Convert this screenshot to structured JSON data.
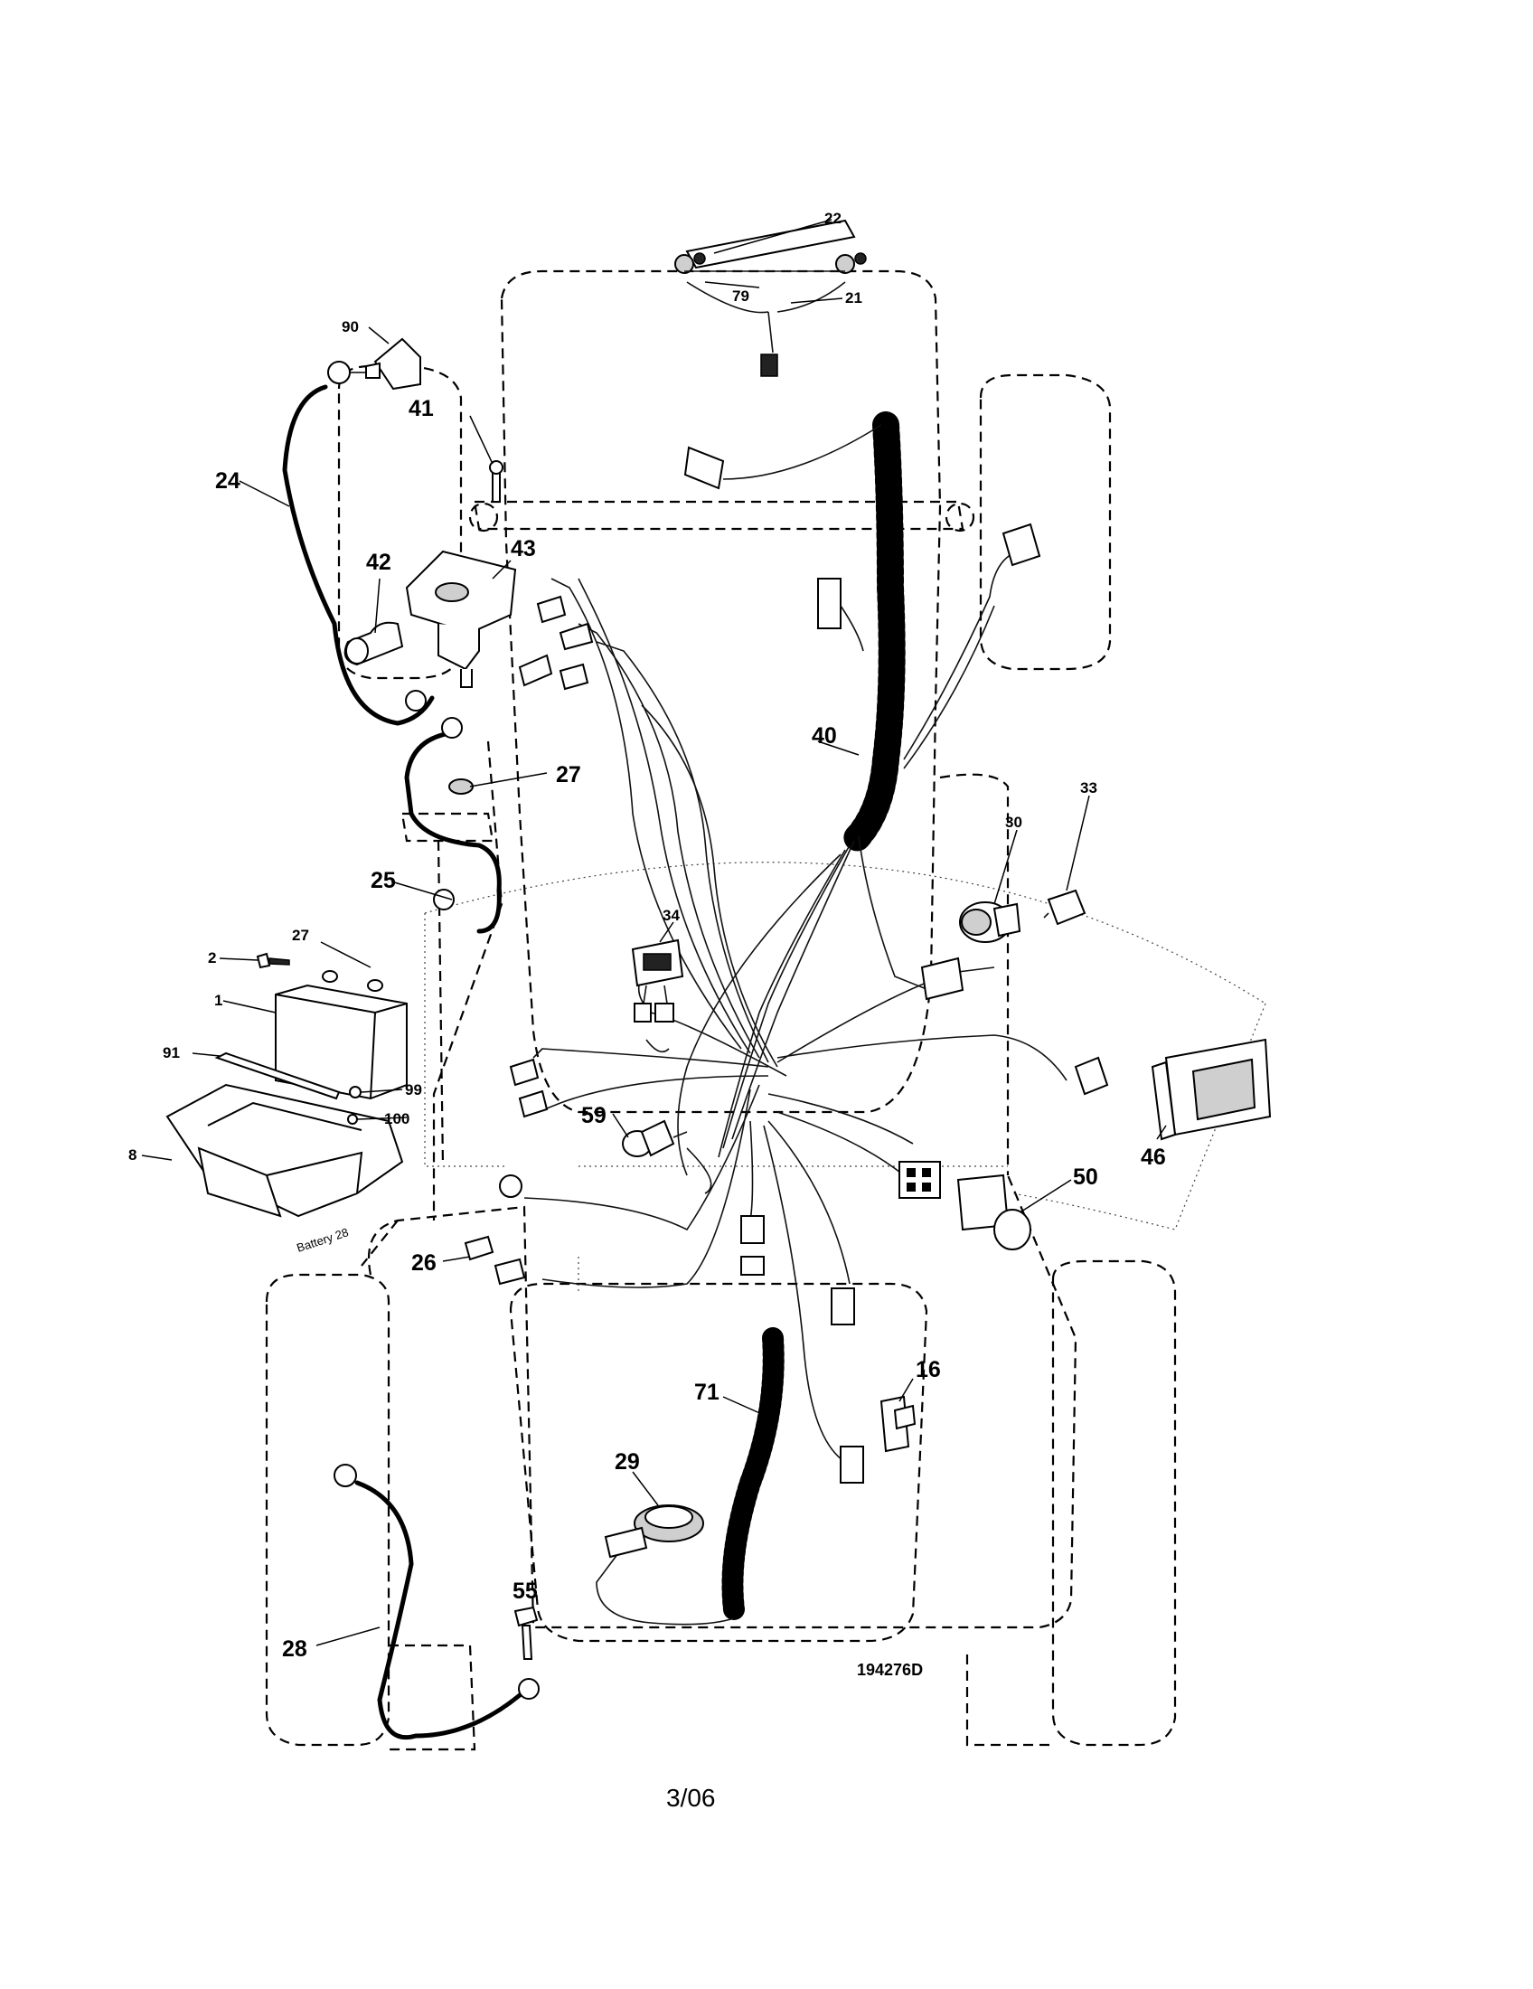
{
  "diagram": {
    "drawing_number": "194276D",
    "date_code": "3/06",
    "battery_text": "Battery 28",
    "callouts": [
      {
        "id": "c22",
        "label": "22"
      },
      {
        "id": "c79",
        "label": "79"
      },
      {
        "id": "c21",
        "label": "21"
      },
      {
        "id": "c90",
        "label": "90"
      },
      {
        "id": "c41",
        "label": "41"
      },
      {
        "id": "c24",
        "label": "24"
      },
      {
        "id": "c42",
        "label": "42"
      },
      {
        "id": "c43",
        "label": "43"
      },
      {
        "id": "c27a",
        "label": "27"
      },
      {
        "id": "c40",
        "label": "40"
      },
      {
        "id": "c25",
        "label": "25"
      },
      {
        "id": "c33",
        "label": "33"
      },
      {
        "id": "c30",
        "label": "30"
      },
      {
        "id": "c34",
        "label": "34"
      },
      {
        "id": "c2",
        "label": "2"
      },
      {
        "id": "c27b",
        "label": "27"
      },
      {
        "id": "c1",
        "label": "1"
      },
      {
        "id": "c91",
        "label": "91"
      },
      {
        "id": "c99",
        "label": "99"
      },
      {
        "id": "c100",
        "label": "100"
      },
      {
        "id": "c8",
        "label": "8"
      },
      {
        "id": "c59",
        "label": "59"
      },
      {
        "id": "c46",
        "label": "46"
      },
      {
        "id": "c50",
        "label": "50"
      },
      {
        "id": "c26",
        "label": "26"
      },
      {
        "id": "c16",
        "label": "16"
      },
      {
        "id": "c71",
        "label": "71"
      },
      {
        "id": "c29",
        "label": "29"
      },
      {
        "id": "c55",
        "label": "55"
      },
      {
        "id": "c28",
        "label": "28"
      }
    ]
  }
}
